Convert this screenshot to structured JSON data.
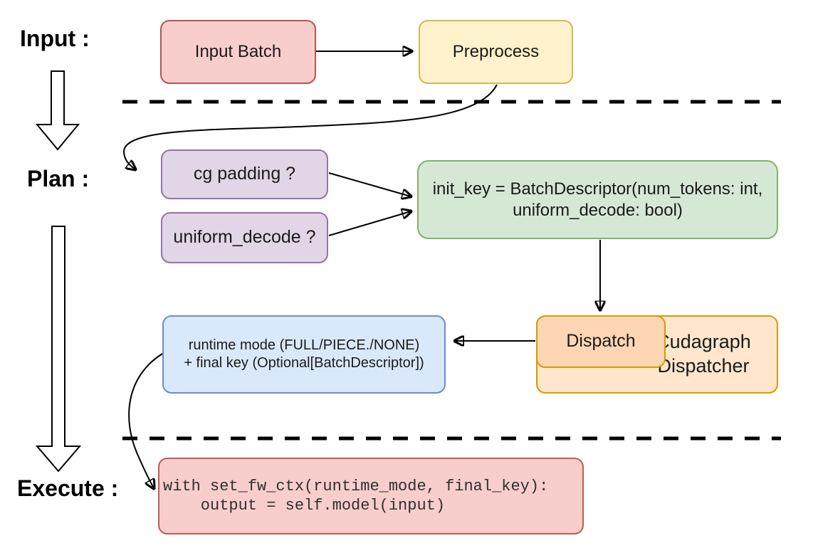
{
  "labels": {
    "input": "Input :",
    "plan": "Plan :",
    "execute": "Execute :"
  },
  "nodes": {
    "input_batch": {
      "label": "Input Batch"
    },
    "preprocess": {
      "label": "Preprocess"
    },
    "cg_padding": {
      "label": "cg padding ?"
    },
    "uniform_decode": {
      "label": "uniform_decode ?"
    },
    "init_key": {
      "line1": "init_key = BatchDescriptor(num_tokens: int,",
      "line2": "uniform_decode: bool)"
    },
    "dispatch": {
      "label": "Dispatch"
    },
    "cudagraph_dispatcher": {
      "label": "Cudagraph Dispatcher"
    },
    "runtime_result": {
      "line1": "runtime mode (FULL/PIECE./NONE)",
      "line2": "+ final key (Optional[BatchDescriptor])"
    },
    "execute_code": {
      "line1": "with set_fw_ctx(runtime_mode, final_key):",
      "line2": "    output = self.model(input)"
    }
  },
  "palette": {
    "pink_fill": "#f8cecc",
    "pink_stroke": "#b85450",
    "yellow_fill": "#fff2cc",
    "yellow_stroke": "#d6b656",
    "purple_fill": "#e1d5e7",
    "purple_stroke": "#9673a6",
    "green_fill": "#d5e8d4",
    "green_stroke": "#82b366",
    "blue_fill": "#dae8fc",
    "blue_stroke": "#6c8ebf",
    "orange_fill": "#ffe6cc",
    "orange_dark_fill": "#ffd6b3",
    "orange_stroke": "#d79b00",
    "connector": "#000000"
  }
}
